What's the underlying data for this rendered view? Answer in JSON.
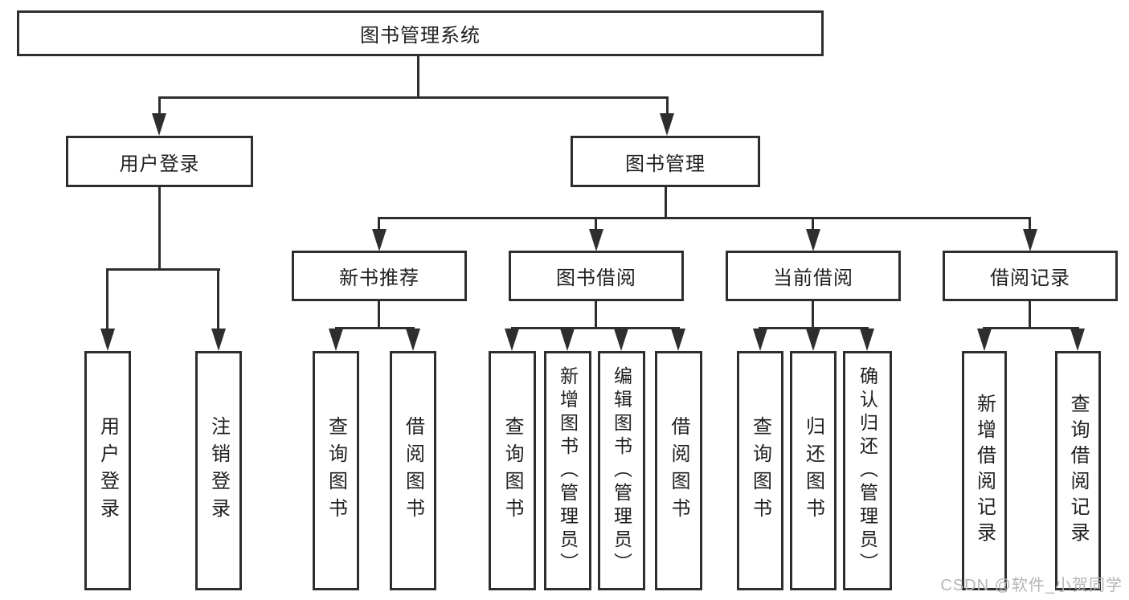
{
  "tree": {
    "root": "图书管理系统",
    "user_login": {
      "label": "用户登录",
      "children": [
        "用户登录",
        "注销登录"
      ]
    },
    "book_management": {
      "label": "图书管理",
      "sections": [
        {
          "label": "新书推荐",
          "children": [
            "查询图书",
            "借阅图书"
          ]
        },
        {
          "label": "图书借阅",
          "children": [
            "查询图书",
            "新增图书（管理员）",
            "编辑图书（管理员）",
            "借阅图书"
          ]
        },
        {
          "label": "当前借阅",
          "children": [
            "查询图书",
            "归还图书",
            "确认归还（管理员）"
          ]
        },
        {
          "label": "借阅记录",
          "children": [
            "新增借阅记录",
            "查询借阅记录"
          ]
        }
      ]
    }
  },
  "watermark": "CSDN @软件_小贺同学",
  "colors": {
    "line": "#2e2e2e",
    "text": "#1f1f1f",
    "background": "#ffffff",
    "watermark": "#b5b5b5"
  }
}
